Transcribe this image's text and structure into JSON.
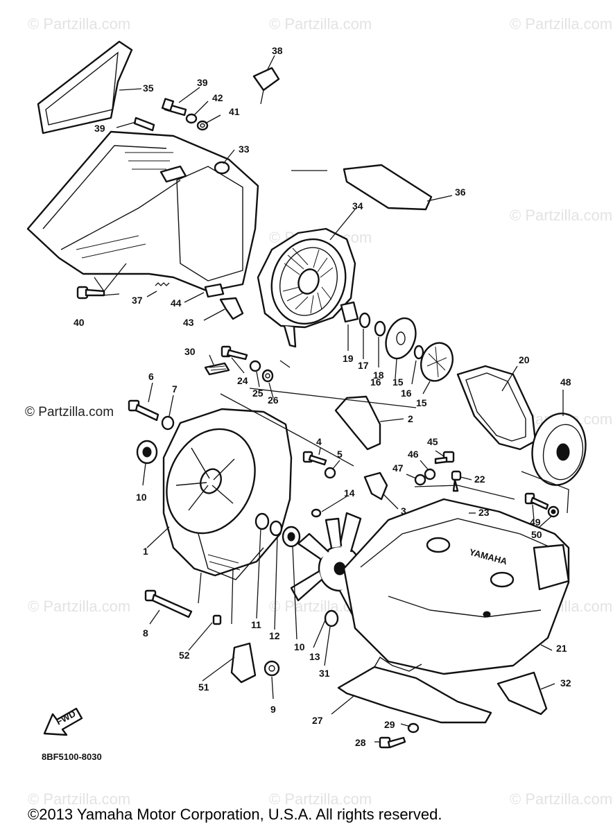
{
  "watermark": "© Partzilla.com",
  "side_watermark": "© Partzilla.com",
  "figure_ref": "8BF5100-8030",
  "fwd_label": "FWD",
  "copyright": "©2013  Yamaha Motor Corporation, U.S.A. All rights reserved.",
  "callouts": {
    "c1": "1",
    "c2": "2",
    "c3": "3",
    "c4": "4",
    "c5": "5",
    "c6": "6",
    "c7": "7",
    "c8": "8",
    "c9": "9",
    "c10a": "10",
    "c10b": "10",
    "c11": "11",
    "c12": "12",
    "c13": "13",
    "c14": "14",
    "c15a": "15",
    "c15b": "15",
    "c16a": "16",
    "c16b": "16",
    "c17": "17",
    "c18": "18",
    "c19": "19",
    "c20": "20",
    "c21": "21",
    "c22": "22",
    "c23": "23",
    "c24": "24",
    "c25": "25",
    "c26": "26",
    "c27": "27",
    "c28": "28",
    "c29": "29",
    "c30": "30",
    "c31": "31",
    "c32": "32",
    "c33": "33",
    "c34": "34",
    "c35": "35",
    "c36": "36",
    "c37": "37",
    "c38": "38",
    "c39a": "39",
    "c39b": "39",
    "c40": "40",
    "c41": "41",
    "c42": "42",
    "c43": "43",
    "c44": "44",
    "c45": "45",
    "c46": "46",
    "c47": "47",
    "c48": "48",
    "c49": "49",
    "c50": "50",
    "c51": "51",
    "c52": "52"
  }
}
